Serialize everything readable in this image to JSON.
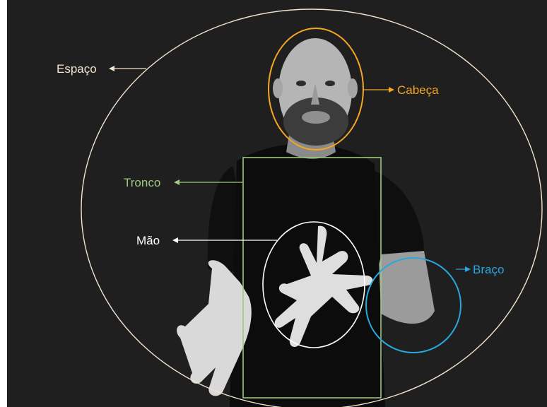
{
  "labels": {
    "espaco": "Espaço",
    "cabeca": "Cabeça",
    "tronco": "Tronco",
    "mao": "Mão",
    "braco": "Braço"
  },
  "colors": {
    "background": "#1f1f1f",
    "espaco": "#f2e3cf",
    "cabeca": "#f5a623",
    "tronco": "#9fc97e",
    "mao": "#ffffff",
    "braco": "#2aa7df"
  }
}
